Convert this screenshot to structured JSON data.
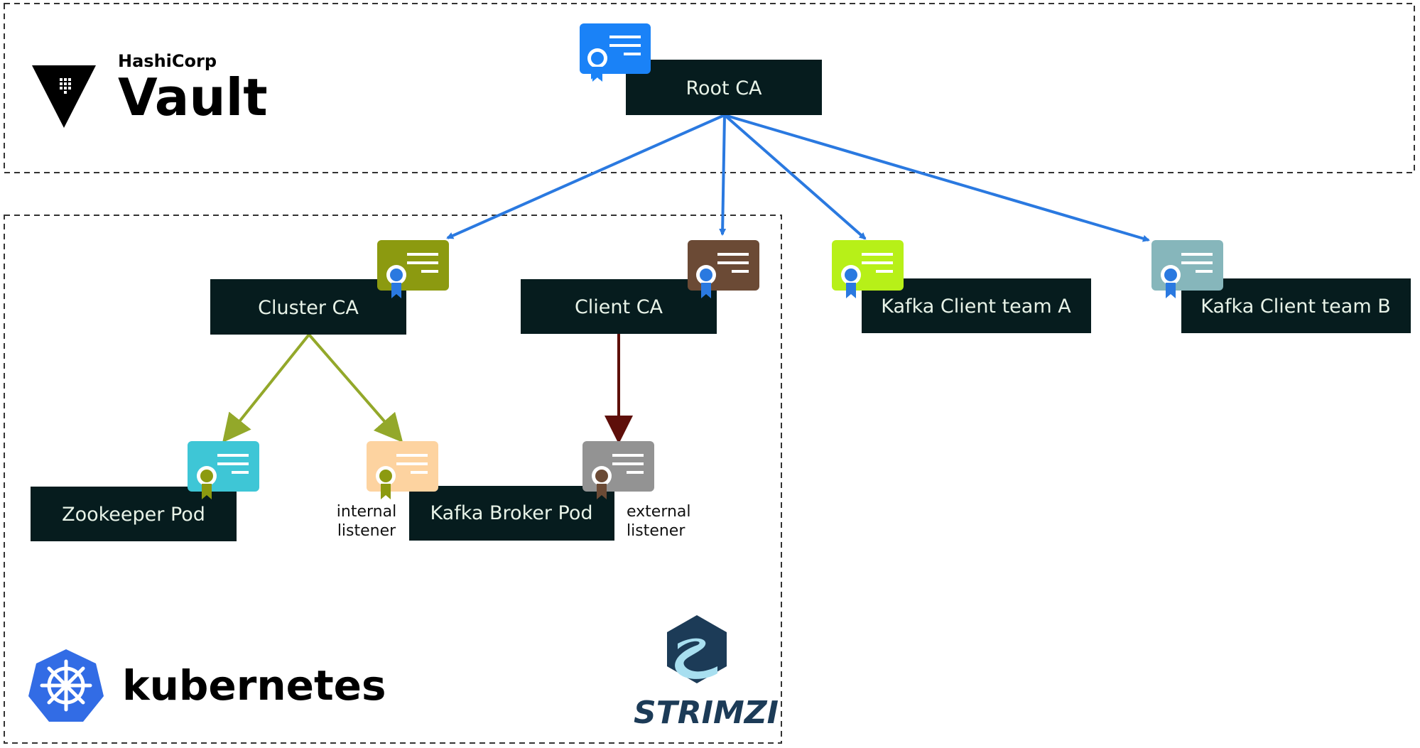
{
  "vault": {
    "brand_small": "HashiCorp",
    "brand_large": "Vault"
  },
  "kubernetes": {
    "brand": "kubernetes"
  },
  "strimzi": {
    "brand": "STRIMZI"
  },
  "nodes": {
    "root_ca": "Root CA",
    "cluster_ca": "Cluster CA",
    "client_ca": "Client CA",
    "kafka_client_team_a": "Kafka Client team A",
    "kafka_client_team_b": "Kafka Client team B",
    "zookeeper_pod": "Zookeeper Pod",
    "kafka_broker_pod": "Kafka Broker Pod"
  },
  "listeners": {
    "internal": [
      "internal",
      "listener"
    ],
    "external": [
      "external",
      "listener"
    ]
  },
  "colors": {
    "node_fill": "#061c1e",
    "root_cert": "#1a82f7",
    "cluster_cert": "#8c9a10",
    "client_cert": "#6b4a35",
    "team_a_cert": "#b7f018",
    "team_b_cert": "#86b6bb",
    "zookeeper_cert": "#3ec6d6",
    "internal_cert": "#fdd3a0",
    "external_cert": "#939393",
    "blue_arrow": "#2a79e0",
    "green_arrow": "#93a82a",
    "brown_arrow": "#5e0f0a",
    "k8s_blue": "#326ce5",
    "strimzi_dark": "#1c3b57"
  }
}
